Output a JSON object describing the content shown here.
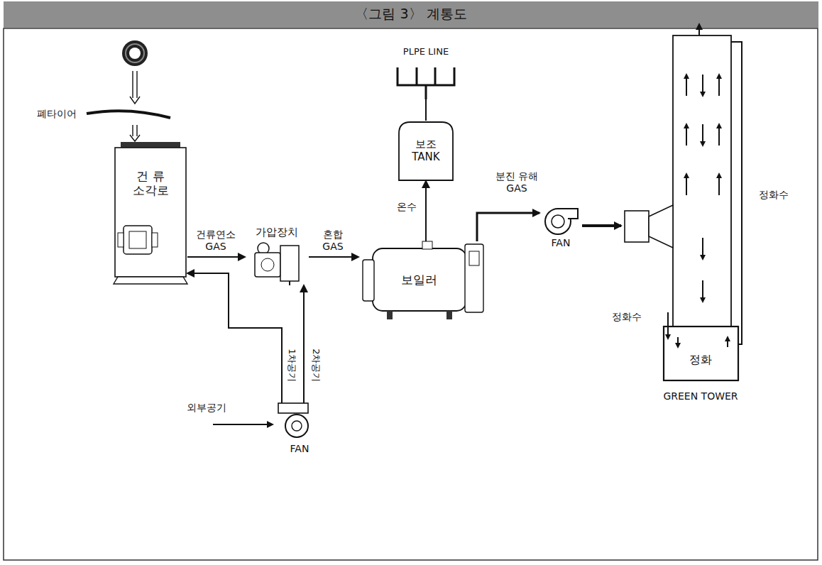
{
  "diagram": {
    "title": "〈그림 3〉 계통도",
    "nodes": [
      {
        "text": [
          "건 류 소각로"
        ]
      },
      {
        "text": [
          "가압장치"
        ]
      },
      {
        "text": [
          "보일러"
        ]
      },
      {
        "text": [
          "보조 TANK"
        ]
      },
      {
        "text": [
          "PLPE LINE"
        ]
      },
      {
        "text": [
          "FAN"
        ]
      },
      {
        "text": [
          "정화",
          "GREEN TOWER"
        ]
      },
      {
        "text": [
          "FAN"
        ]
      }
    ],
    "edges": [
      {
        "from": 0,
        "to": 1,
        "arrow": "to",
        "label": "건류연소 GAS"
      },
      {
        "from": 1,
        "to": 2,
        "arrow": "to",
        "label": "혼합 GAS"
      },
      {
        "from": 2,
        "to": 3,
        "arrow": "to",
        "label": "온수"
      },
      {
        "from": 3,
        "to": 4,
        "arrow": "none"
      },
      {
        "from": 2,
        "to": 5,
        "arrow": "to",
        "label": "분진 유해 GAS"
      },
      {
        "from": 5,
        "to": 6,
        "arrow": "to"
      },
      {
        "from": 7,
        "to": 0,
        "arrow": "to",
        "label": "1차공기"
      },
      {
        "from": 7,
        "to": 1,
        "arrow": "to",
        "label": "2차공기"
      }
    ],
    "labels": [
      "폐타이어",
      "외부공기",
      "정화수",
      "정화수"
    ]
  }
}
